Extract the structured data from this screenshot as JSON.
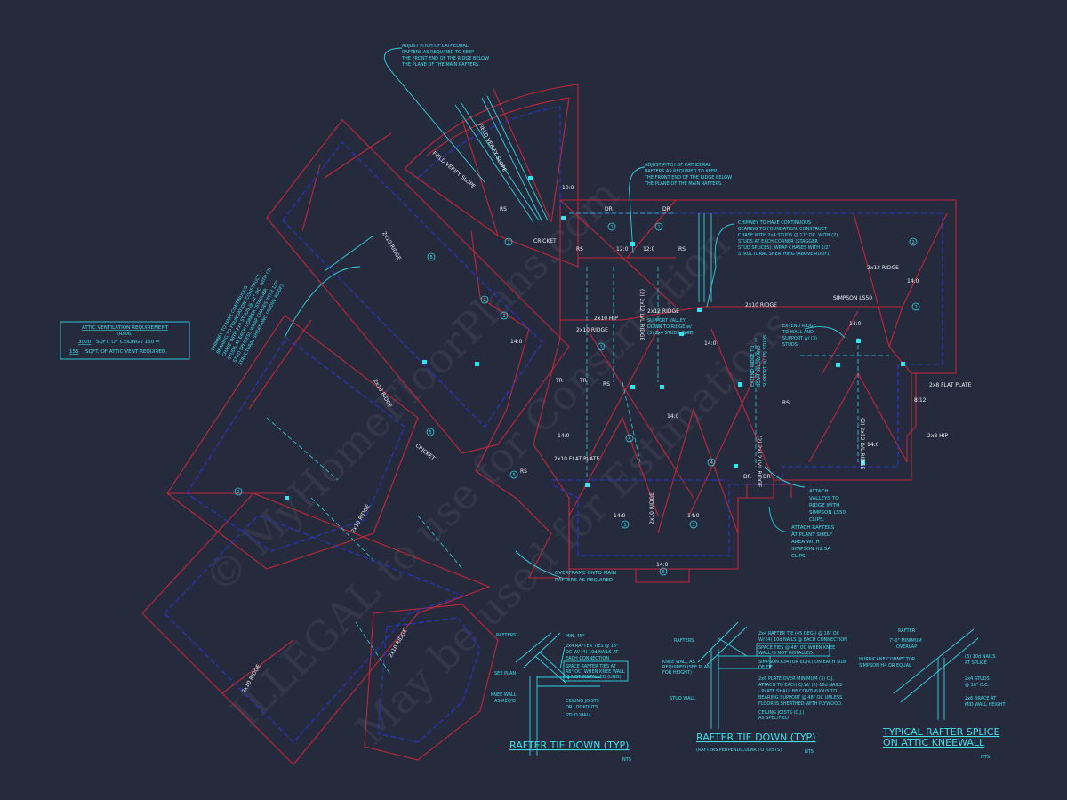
{
  "drawing": {
    "background": "#262a3d",
    "colors": {
      "roof_edge": "#c0283a",
      "wall_line": "#2a36c8",
      "annotation": "#2fd3e0"
    }
  },
  "watermark": {
    "line1": "© MyHomeFloorPlans.com",
    "line2": "ILLEGAL to use for Construction",
    "line3": "May be used for Estimations"
  },
  "notes": {
    "cathedral_top": [
      "ADJUST PITCH OF CATHEDRAL",
      "RAFTERS AS REQUIRED TO KEEP",
      "THE FRONT END OF THE RIDGE BELOW",
      "THE PLANE OF THE MAIN RAFTERS."
    ],
    "cathedral_mid": [
      "ADJUST PITCH OF CATHEDRAL",
      "RAFTERS AS REQUIRED TO KEEP",
      "THE FRONT END OF THE RIDGE BELOW",
      "THE PLANE OF THE MAIN RAFTERS."
    ],
    "chimney": [
      "CHIMNEY TO HAVE CONTINUOUS",
      "BEARING TO FOUNDATION. CONSTRUCT",
      "CHASE WITH 2x4 STUDS @ 12\" OC. WITH (2)",
      "STUDS AT EACH CORNER (STAGGER",
      "STUD SPLICES). WRAP CHASES WITH 1/2\"",
      "STRUCTURAL SHEATHING (ABOVE ROOF)."
    ],
    "support_valley": [
      "SUPPORT VALLEY",
      "DOWN TO RIDGE w/",
      "(3) 2x4 STUDS (MIN)"
    ],
    "extend_ridge_wall": [
      "EXTEND RIDGE",
      "TO WALL AND",
      "SUPPORT w/ (3)",
      "STUDS"
    ],
    "extend_ridge_beam": [
      "EXTEND RIDGE TO",
      "BEAM BELOW AND",
      "SUPPORT W/ (3) STUDS"
    ],
    "attach_valleys": [
      "ATTACH",
      "VALLEYS TO",
      "RIDGE WITH",
      "SIMPSON LS50",
      "CLIPS."
    ],
    "attach_rafters": [
      "ATTACH RAFTERS",
      "AT PLANT SHELF",
      "AREA WITH",
      "SIMPSON H2.5A",
      "CLIPS."
    ],
    "overframe": [
      "OVERFRAME ONTO MAIN",
      "RAFTERS AS REQUIRED"
    ]
  },
  "attic_ventilation": {
    "title": "ATTIC VENTILATION REQUIREMENT",
    "code": "(R806)",
    "ceiling_sqft": "3000",
    "line1": "SQFT. OF CEILING / 150 =",
    "vent_sqft": "155",
    "line2": "SQFT. OF ATTIC VENT REQUIRED."
  },
  "plan_labels": {
    "ridge_2x10": "2x10 RIDGE",
    "ridge_2x12": "2x12 RIDGE",
    "ridge_2x12_lvl": "(2) 2x12 LVL RIDGE",
    "cricket": "CRICKET",
    "flat_plate_2x10": "2x10 FLAT PLATE",
    "flat_plate_2x8": "2x8 FLAT PLATE",
    "hip_2x8": "2x8 HIP",
    "hip_2x10": "2x10 HIP",
    "simpson": "SIMPSON LS50",
    "field_verify": "FIELD VERIFY SLOPE",
    "dr": "DR",
    "rs": "RS",
    "tr": "TR",
    "pitch_14": "14:0",
    "pitch_12": "12:0",
    "pitch_10": "10:0",
    "pitch_8": "8:12",
    "circle_1": "1",
    "circle_2": "2",
    "circle_3": "3",
    "circle_4": "4",
    "circle_5": "5",
    "circle_6": "6"
  },
  "details": [
    {
      "title": "RAFTER TIE DOWN (TYP)",
      "subtitle": "",
      "scale": "NTS",
      "callouts": [
        "RAFTERS",
        "MIN. 45°",
        "2x4 RAFTER TIES @ 16\"",
        "OC W/ (4) 10d NAILS AT",
        "EACH CONNECTION",
        "SPACE RAFTER TIES AT",
        "48\" OC. WHEN KNEE WALL",
        "IS NOT INSTALLED (UNO)",
        "SEE PLAN",
        "KNEE WALL",
        "AS REQ'D",
        "CEILING JOISTS",
        "OR LOOKOUTS",
        "STUD WALL"
      ]
    },
    {
      "title": "RAFTER TIE DOWN (TYP)",
      "subtitle": "(RAFTERS PERPENDICULAR TO JOISTS)",
      "scale": "NTS",
      "callouts": [
        "RAFTERS",
        "2x4 RAFTER TIE (45 DEG.) @ 16\" OC",
        "W/ (4) 10d NAILS @ EACH CONNECTION",
        "SPACE TIES @ 48\" OC WHEN KNEE",
        "WALL IS NOT INSTALLED.",
        "SIMPSON A34 (OR EQIV.) ON EACH SIDE",
        "OF TIE",
        "KNEE WALL AS",
        "REQUIRED (SEE PLAN",
        "FOR HEIGHT)",
        "2x6 PLATE OVER MINIMUM (3) C.J.",
        "ATTACH TO EACH CJ W/ (2) 16d NAILS",
        "- PLATE SHALL BE CONTINUOUS TO",
        "BEARING SUPPORT @ 48\" OC UNLESS",
        "FLOOR IS SHEATHED WITH PLYWOOD.",
        "STUD WALL",
        "CEILING JOISTS (C.J.)",
        "AS SPECIFIED"
      ]
    },
    {
      "title": "TYPICAL RAFTER SPLICE",
      "title2": "ON ATTIC KNEEWALL",
      "scale": "NTS",
      "callouts": [
        "RAFTER",
        "7'-0\" MINIMUM",
        "OVERLAP",
        "HURRICANE CONNECTOR",
        "SIMPSON H4 OR EQUAL",
        "(6) 10d NAILS",
        "AT SPLICE",
        "2x4 STUDS",
        "@ 16\" O.C.",
        "2x6 BRACE AT",
        "MID WALL HEIGHT"
      ]
    }
  ]
}
